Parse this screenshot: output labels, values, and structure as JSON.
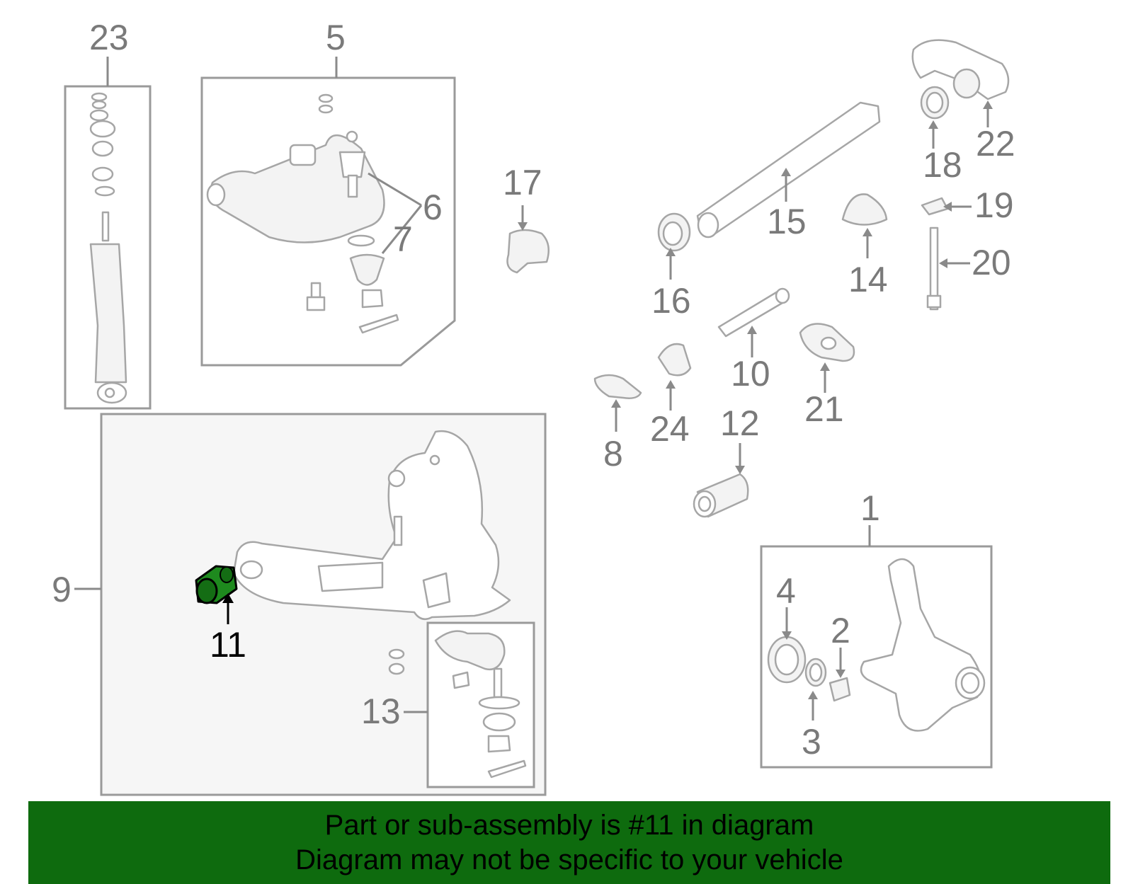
{
  "callouts": {
    "c1": "1",
    "c2": "2",
    "c3": "3",
    "c4": "4",
    "c5": "5",
    "c6": "6",
    "c7": "7",
    "c8": "8",
    "c9": "9",
    "c10": "10",
    "c11": "11",
    "c12": "12",
    "c13": "13",
    "c14": "14",
    "c15": "15",
    "c16": "16",
    "c17": "17",
    "c18": "18",
    "c19": "19",
    "c20": "20",
    "c21": "21",
    "c22": "22",
    "c23": "23",
    "c24": "24"
  },
  "highlight": {
    "part_number": "11",
    "color": "#1e8a1e"
  },
  "banner": {
    "line1": "Part or sub-assembly is #11 in diagram",
    "line2": "Diagram may not be specific to your vehicle",
    "background": "#0e6b0e"
  }
}
